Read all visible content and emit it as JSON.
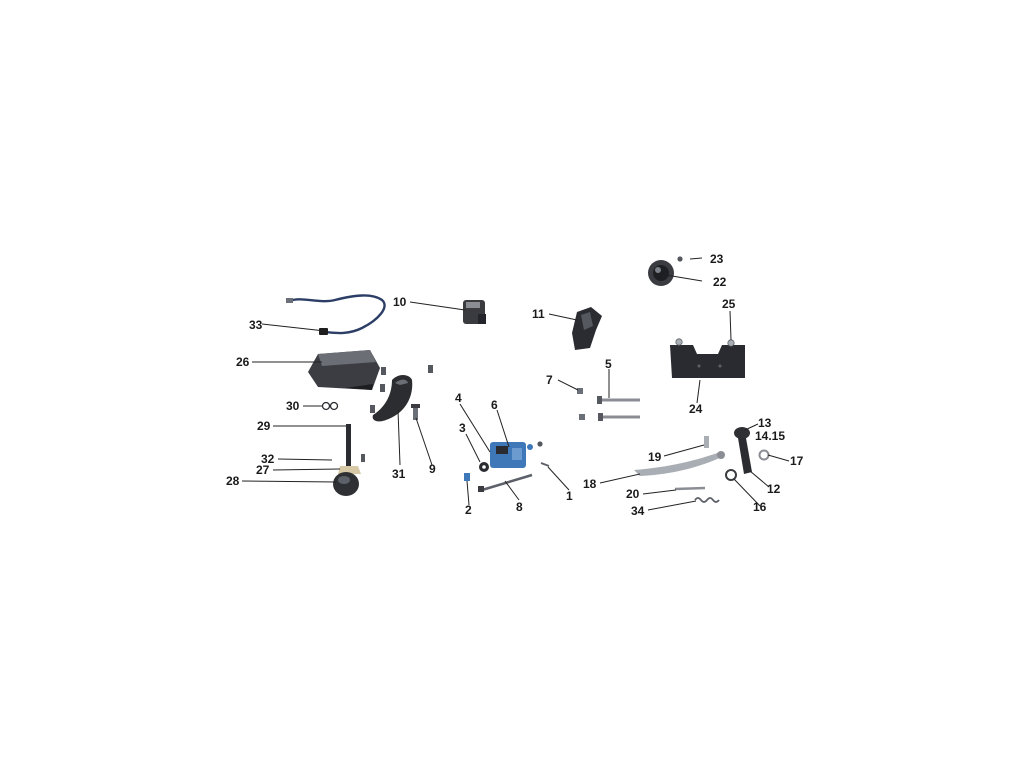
{
  "diagram": {
    "callouts": [
      {
        "id": "c1",
        "text": "1"
      },
      {
        "id": "c2",
        "text": "2"
      },
      {
        "id": "c3",
        "text": "3"
      },
      {
        "id": "c4",
        "text": "4"
      },
      {
        "id": "c5",
        "text": "5"
      },
      {
        "id": "c6",
        "text": "6"
      },
      {
        "id": "c7",
        "text": "7"
      },
      {
        "id": "c8",
        "text": "8"
      },
      {
        "id": "c9",
        "text": "9"
      },
      {
        "id": "c10",
        "text": "10"
      },
      {
        "id": "c11",
        "text": "11"
      },
      {
        "id": "c12",
        "text": "12"
      },
      {
        "id": "c13",
        "text": "13"
      },
      {
        "id": "c14",
        "text": "14.15"
      },
      {
        "id": "c16",
        "text": "16"
      },
      {
        "id": "c17",
        "text": "17"
      },
      {
        "id": "c18",
        "text": "18"
      },
      {
        "id": "c19",
        "text": "19"
      },
      {
        "id": "c20",
        "text": "20"
      },
      {
        "id": "c22",
        "text": "22"
      },
      {
        "id": "c23",
        "text": "23"
      },
      {
        "id": "c24",
        "text": "24"
      },
      {
        "id": "c25",
        "text": "25"
      },
      {
        "id": "c26",
        "text": "26"
      },
      {
        "id": "c27",
        "text": "27"
      },
      {
        "id": "c28",
        "text": "28"
      },
      {
        "id": "c29",
        "text": "29"
      },
      {
        "id": "c30",
        "text": "30"
      },
      {
        "id": "c31",
        "text": "31"
      },
      {
        "id": "c32",
        "text": "32"
      },
      {
        "id": "c33",
        "text": "33"
      },
      {
        "id": "c34",
        "text": "34"
      }
    ],
    "colors": {
      "part_dark": "#2e2f33",
      "part_mid": "#5c6068",
      "part_light": "#a9adb4",
      "part_blue": "#3f78b8",
      "part_tan": "#d8c9a6",
      "leader": "#222222",
      "label": "#1a1a1a"
    }
  }
}
